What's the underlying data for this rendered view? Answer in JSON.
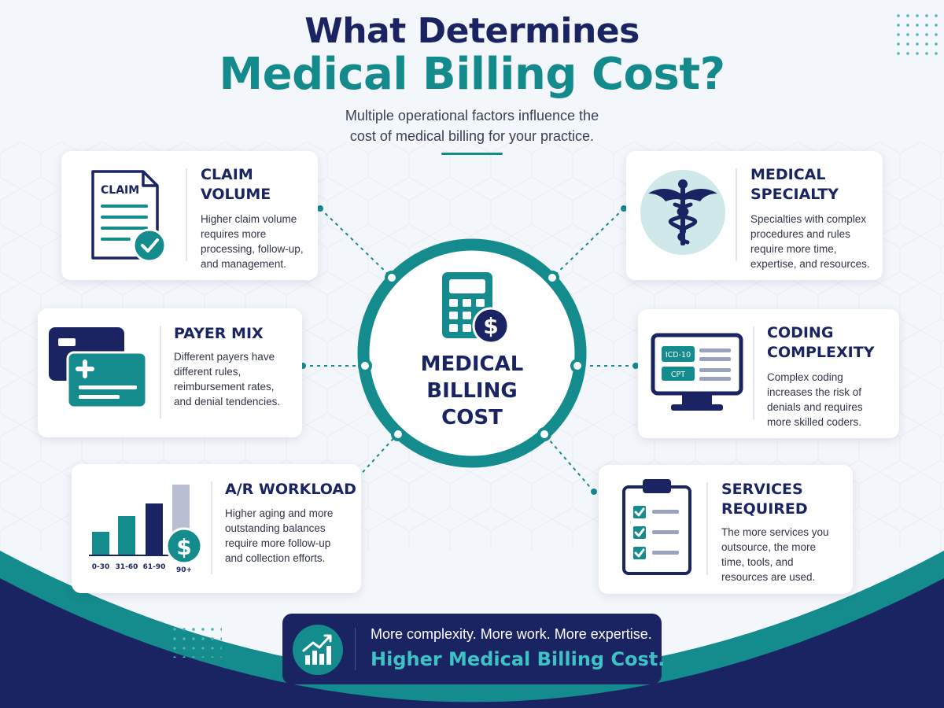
{
  "header": {
    "title_line1": "What Determines",
    "title_line2": "Medical Billing Cost?",
    "subtitle_line1": "Multiple operational factors influence the",
    "subtitle_line2": "cost of medical billing for your practice."
  },
  "hub": {
    "label_line1": "MEDICAL",
    "label_line2": "BILLING",
    "label_line3": "COST",
    "icon": "calculator-dollar-icon"
  },
  "factors": {
    "claim_volume": {
      "title_line1": "CLAIM",
      "title_line2": "VOLUME",
      "desc": [
        "Higher claim volume",
        "requires more",
        "processing, follow-up,",
        "and management."
      ],
      "icon": "claim-document-check-icon",
      "icon_text": "CLAIM"
    },
    "medical_specialty": {
      "title_line1": "MEDICAL",
      "title_line2": "SPECIALTY",
      "desc": [
        "Specialties with complex",
        "procedures and rules",
        "require more time,",
        "expertise, and resources."
      ],
      "icon": "caduceus-icon"
    },
    "payer_mix": {
      "title_line1": "PAYER MIX",
      "desc": [
        "Different payers have",
        "different rules,",
        "reimbursement rates,",
        "and denial tendencies."
      ],
      "icon": "insurance-cards-icon"
    },
    "coding_complexity": {
      "title_line1": "CODING",
      "title_line2": "COMPLEXITY",
      "desc": [
        "Complex coding",
        "increases the risk of",
        "denials and requires",
        "more skilled coders."
      ],
      "icon": "computer-monitor-codes-icon",
      "code1": "ICD-10",
      "code2": "CPT"
    },
    "ar_workload": {
      "title_line1": "A/R WORKLOAD",
      "desc": [
        "Higher aging and more",
        "outstanding balances",
        "require more follow-up",
        "and collection efforts."
      ],
      "icon": "aging-bar-chart-icon",
      "bar_labels": [
        "0-30",
        "31-60",
        "61-90",
        "90+"
      ]
    },
    "services_required": {
      "title_line1": "SERVICES",
      "title_line2": "REQUIRED",
      "desc": [
        "The more services you",
        "outsource, the more",
        "time, tools, and",
        "resources are used."
      ],
      "icon": "clipboard-checklist-icon"
    }
  },
  "banner": {
    "line1": "More complexity. More work. More expertise.",
    "line2": "Higher Medical Billing Cost.",
    "icon": "growth-chart-icon"
  },
  "colors": {
    "navy": "#1b2462",
    "teal": "#148b8d",
    "light_teal": "#cfe8ea",
    "background": "#f3f6fa"
  }
}
